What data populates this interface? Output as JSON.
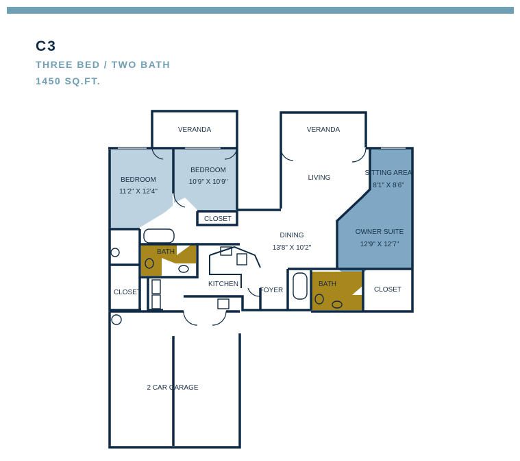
{
  "header": {
    "unit": "C3",
    "beds_baths": "THREE BED / TWO BATH",
    "area": "1450 SQ.FT."
  },
  "colors": {
    "accent_bar": "#6f9fb5",
    "subtitle": "#6f9fb5",
    "title": "#0f2a45",
    "wall": "#0f2a45",
    "bedroom_fill": "#bcd2e0",
    "owner_suite_fill": "#7fa8c5",
    "bath_fill": "#a8871c"
  },
  "rooms": {
    "veranda_left": "VERANDA",
    "veranda_right": "VERANDA",
    "bedroom1_name": "BEDROOM",
    "bedroom1_size": "11'2\" X 12'4\"",
    "bedroom2_name": "BEDROOM",
    "bedroom2_size": "10'9\" X 10'9\"",
    "closet_mid": "CLOSET",
    "bath_left": "BATH",
    "closet_left": "CLOSET",
    "kitchen": "KITCHEN",
    "living": "LIVING",
    "dining_name": "DINING",
    "dining_size": "13'8\" X 10'2\"",
    "foyer": "FOYER",
    "sitting_name": "SITTING AREA",
    "sitting_size": "8'1\" X 8'6\"",
    "owner_name": "OWNER SUITE",
    "owner_size": "12'9\" X 12'7\"",
    "bath_right": "BATH",
    "closet_right": "CLOSET",
    "garage": "2 CAR GARAGE"
  }
}
